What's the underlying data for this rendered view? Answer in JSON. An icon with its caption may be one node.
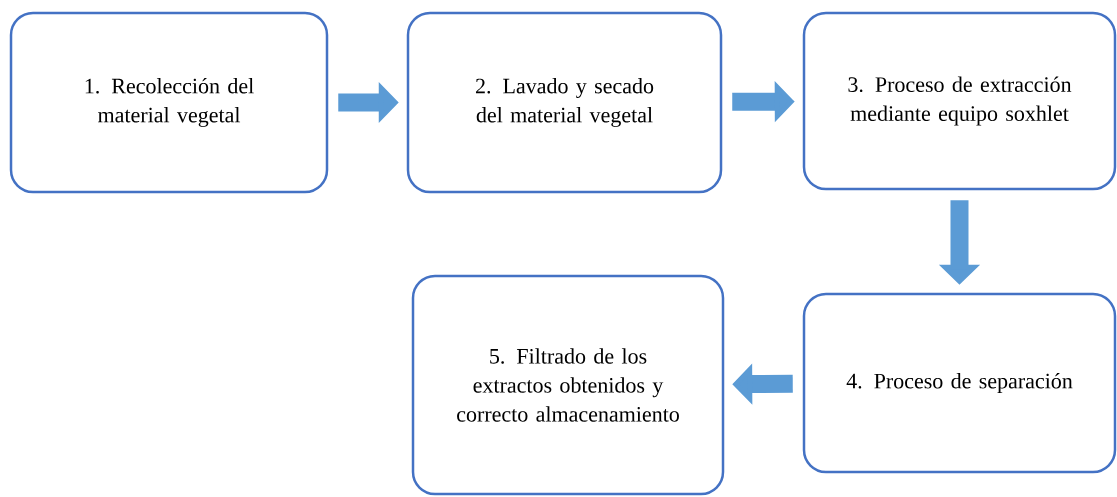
{
  "diagram": {
    "nodes": [
      {
        "text": [
          "1. Recolección del material vegetal"
        ]
      },
      {
        "text": [
          "2. Lavado y secado del material vegetal"
        ]
      },
      {
        "text": [
          "3. Proceso de extracción mediante equipo soxhlet"
        ]
      },
      {
        "text": [
          "4. Proceso de separación"
        ]
      },
      {
        "text": [
          "5. Filtrado de los extractos obtenidos y correcto almacenamiento"
        ]
      }
    ],
    "edges": [
      {
        "from": 0,
        "to": 1,
        "arrow": "to"
      },
      {
        "from": 1,
        "to": 2,
        "arrow": "to"
      },
      {
        "from": 2,
        "to": 3,
        "arrow": "to"
      },
      {
        "from": 3,
        "to": 4,
        "arrow": "to"
      }
    ]
  }
}
